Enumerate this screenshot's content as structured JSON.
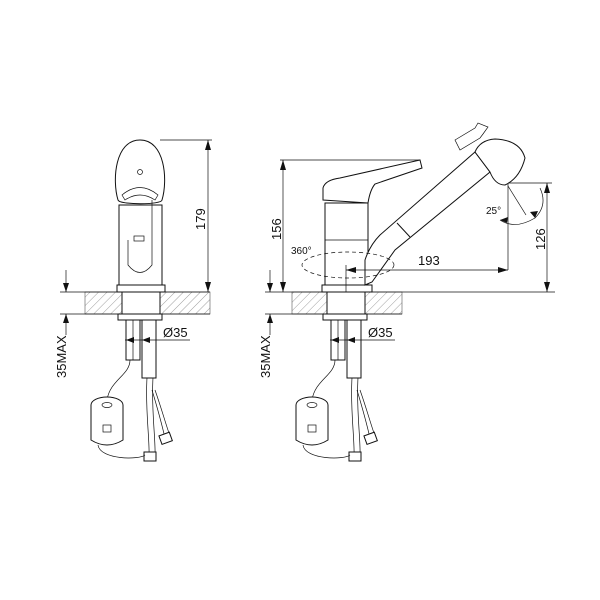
{
  "front_view": {
    "height_label": "179",
    "diameter_label": "Ø35",
    "max_thickness_label": "35MAX"
  },
  "side_view": {
    "height_label": "156",
    "spout_height_label": "126",
    "reach_label": "193",
    "rotation_label": "360°",
    "tilt_angle_label": "25°",
    "diameter_label": "Ø35",
    "max_thickness_label": "35MAX"
  }
}
